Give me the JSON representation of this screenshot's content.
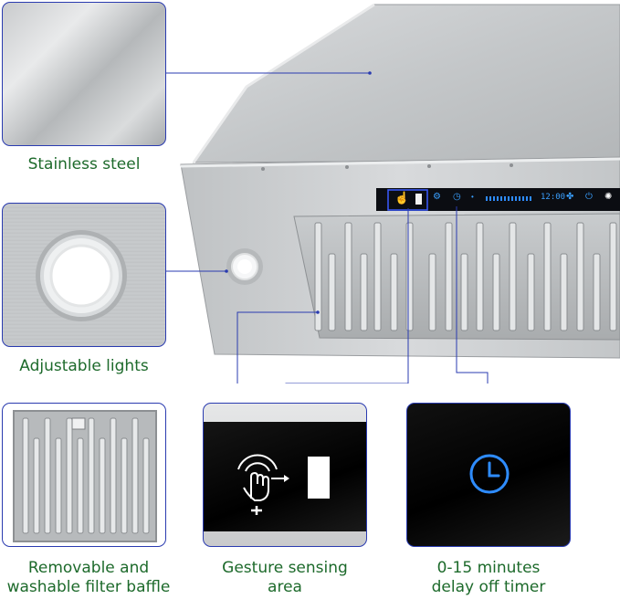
{
  "captions": {
    "stainless": "Stainless steel",
    "lights": "Adjustable lights",
    "filter_line1": "Removable and",
    "filter_line2": "washable filter baffle",
    "gesture_line1": "Gesture sensing",
    "gesture_line2": "area",
    "timer_line1": "0-15 minutes",
    "timer_line2": "delay off timer"
  },
  "control_panel": {
    "clock": "12:00"
  },
  "colors": {
    "caption_green": "#1d6a2b",
    "frame_blue": "#2a3bb0",
    "timer_blue": "#2e8cff"
  },
  "icons": [
    "gesture-hand-icon",
    "clock-icon",
    "power-icon",
    "fan-icon",
    "light-icon"
  ]
}
